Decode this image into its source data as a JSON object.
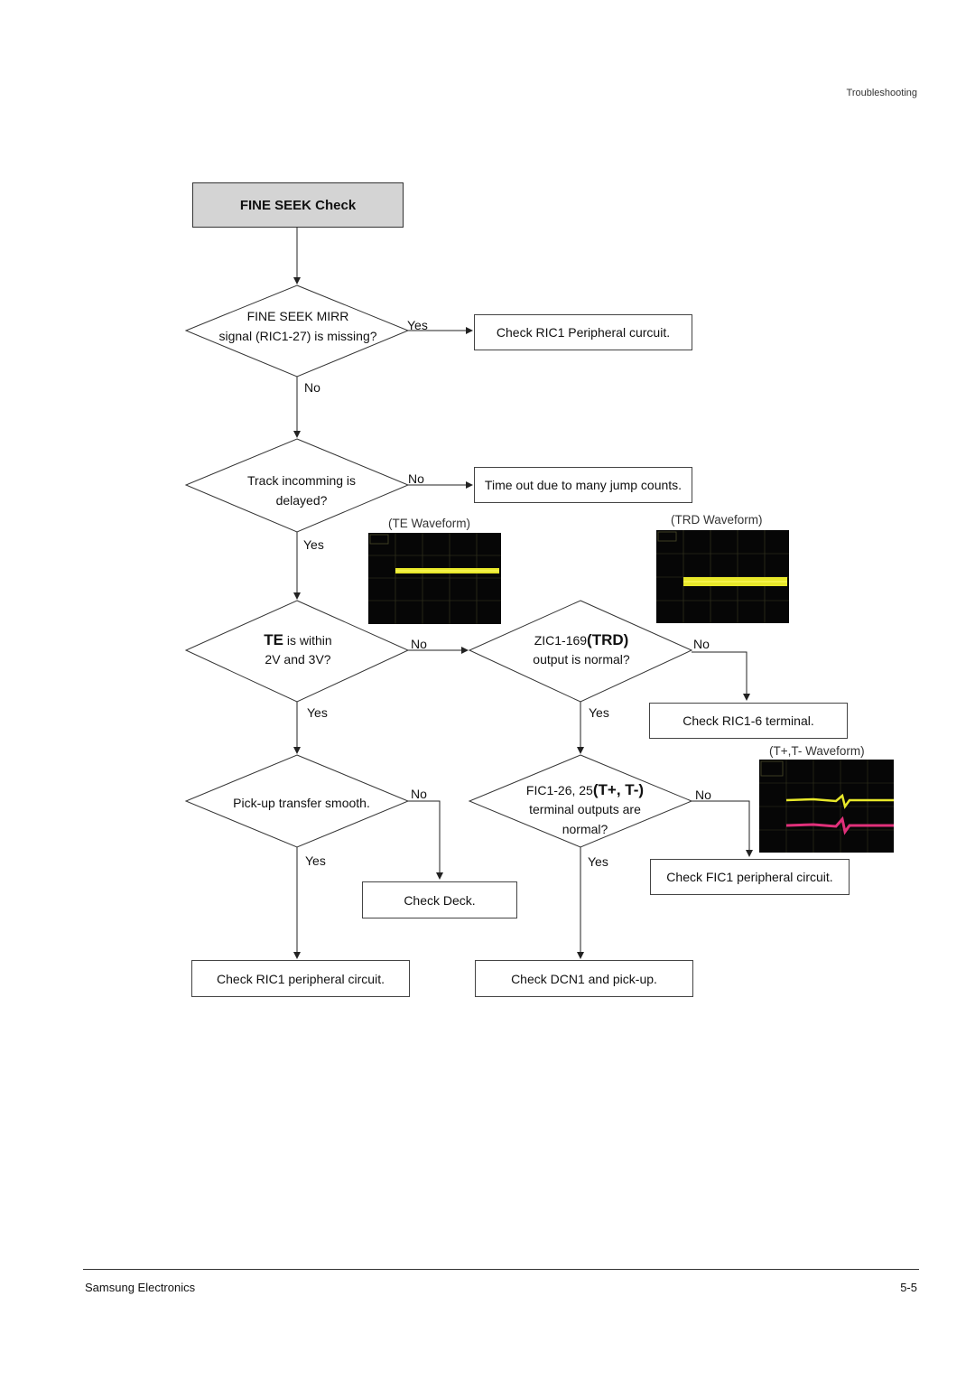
{
  "header": {
    "section": "Troubleshooting"
  },
  "footer": {
    "company": "Samsung Electronics",
    "page": "5-5"
  },
  "start": {
    "title": "FINE SEEK Check"
  },
  "d1": {
    "line1": "FINE SEEK MIRR",
    "line2": "signal (RIC1-27) is missing?"
  },
  "d2": {
    "line1": "Track incomming is",
    "line2": "delayed?"
  },
  "d3": {
    "bold": "TE",
    "line1_rest": " is within",
    "line2": "2V and 3V?"
  },
  "d4": {
    "line1_pre": "ZIC1-169",
    "line1_bold": "(TRD)",
    "line2": "output is normal?"
  },
  "d5": {
    "line1": "Pick-up transfer smooth."
  },
  "d6": {
    "line1_pre": "FIC1-26, 25",
    "line1_bold": "(T+, T-)",
    "line2": "terminal outputs are",
    "line3": "normal?"
  },
  "boxes": {
    "check_ric1_curcuit": "Check RIC1 Peripheral curcuit.",
    "timeout": "Time out due to many jump counts.",
    "check_ric1_6": "Check RIC1-6 terminal.",
    "check_fic1": "Check FIC1 peripheral circuit.",
    "check_deck": "Check Deck.",
    "check_ric1_bottom": "Check RIC1 peripheral circuit.",
    "check_dcn1": "Check DCN1 and pick-up."
  },
  "labels": {
    "yes": "Yes",
    "no": "No"
  },
  "waveforms": {
    "te": "(TE Waveform)",
    "trd": "(TRD Waveform)",
    "tpm": "(T+,T- Waveform)"
  },
  "colors": {
    "trace_yellow": "#e8e82a",
    "trace_magenta": "#e0307a",
    "title_fill": "#d4d4d4"
  }
}
